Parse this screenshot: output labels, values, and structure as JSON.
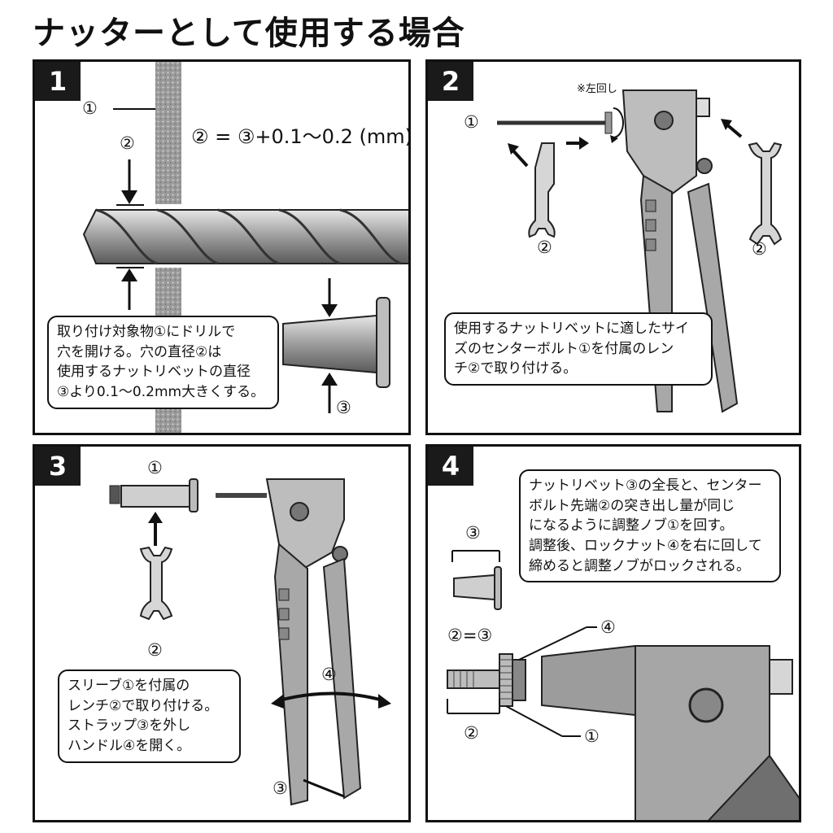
{
  "title": "ナッターとして使用する場合",
  "panels": [
    {
      "number": "1",
      "labels": {
        "c1": "①",
        "c2": "②",
        "c3": "③"
      },
      "formula": "② = ③+0.1〜0.2 (mm)",
      "note": [
        "取り付け対象物①にドリルで",
        "穴を開ける。穴の直径②は",
        "使用するナットリベットの直径",
        "③より0.1〜0.2mm大きくする。"
      ]
    },
    {
      "number": "2",
      "labels": {
        "c1": "①",
        "c2a": "②",
        "c2b": "②"
      },
      "small_note": "※左回し",
      "note": [
        "使用するナットリベットに適したサイ",
        "ズのセンターボルト①を付属のレン",
        "チ②で取り付ける。"
      ]
    },
    {
      "number": "3",
      "labels": {
        "c1": "①",
        "c2": "②",
        "c3": "③",
        "c4": "④"
      },
      "note": [
        "スリーブ①を付属の",
        "レンチ②で取り付ける。",
        "ストラップ③を外し",
        "ハンドル④を開く。"
      ]
    },
    {
      "number": "4",
      "labels": {
        "c3": "③",
        "eq": "②=③",
        "c4": "④",
        "c2": "②",
        "c1": "①"
      },
      "note": [
        "ナットリベット③の全長と、センター",
        "ボルト先端②の突き出し量が同じ",
        "になるように調整ノブ①を回す。",
        "調整後、ロックナット④を右に回して",
        "締めると調整ノブがロックされる。"
      ]
    }
  ]
}
